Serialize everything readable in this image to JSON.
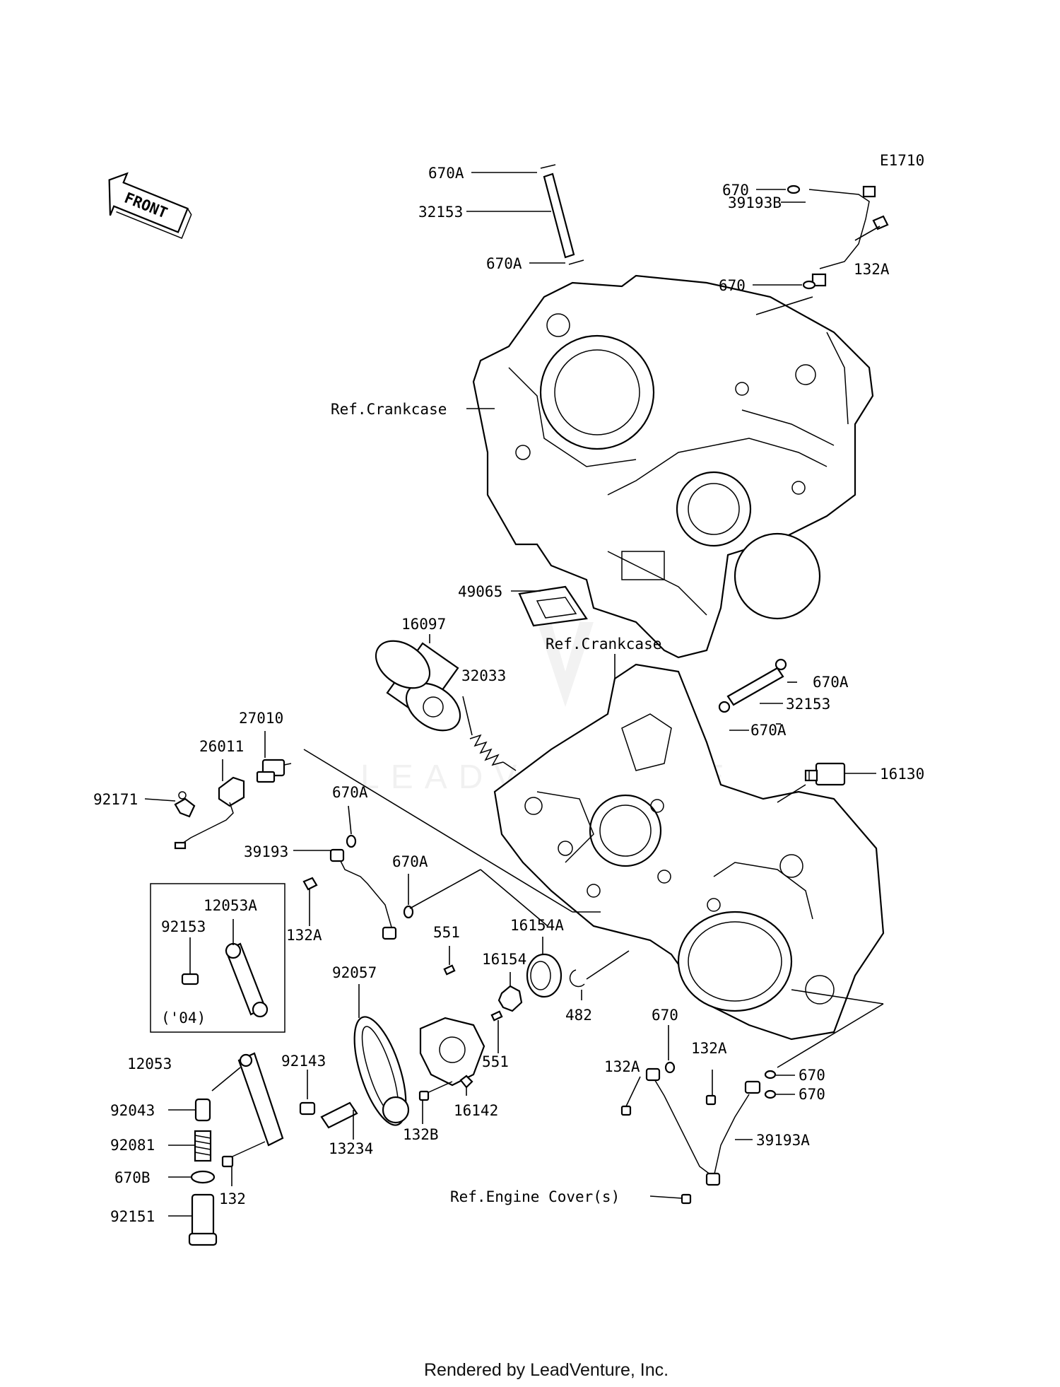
{
  "diagram_code": "E1710",
  "front_marker": "FRONT",
  "footer": "Rendered by LeadVenture, Inc.",
  "watermark": "LEADVENTURE",
  "refs": {
    "crankcase_upper": "Ref.Crankcase",
    "crankcase_lower": "Ref.Crankcase",
    "engine_cover": "Ref.Engine Cover(s)"
  },
  "labels": {
    "l670A_top1": "670A",
    "l32153_top": "32153",
    "l670A_top2": "670A",
    "l670_r1": "670",
    "l39193B": "39193B",
    "l132A_r": "132A",
    "l670_r2": "670",
    "l49065": "49065",
    "l16097": "16097",
    "l32033": "32033",
    "l670A_r1": "670A",
    "l32153_r": "32153",
    "l670A_r2": "670A",
    "l16130": "16130",
    "l27010": "27010",
    "l26011": "26011",
    "l92171": "92171",
    "l670A_m1": "670A",
    "l39193": "39193",
    "l670A_m2": "670A",
    "l132A_m": "132A",
    "l12053A": "12053A",
    "l92153": "92153",
    "l04": "('04)",
    "l551_top": "551",
    "l16154A": "16154A",
    "l16154": "16154",
    "l92057": "92057",
    "l482": "482",
    "l551_bot": "551",
    "l670_b": "670",
    "l132A_b1": "132A",
    "l132A_b2": "132A",
    "l670_b2": "670",
    "l670_b3": "670",
    "l12053": "12053",
    "l92143": "92143",
    "l92043": "92043",
    "l92081": "92081",
    "l670B": "670B",
    "l92151": "92151",
    "l13234": "13234",
    "l132B": "132B",
    "l16142": "16142",
    "l132": "132",
    "l39193A": "39193A"
  }
}
